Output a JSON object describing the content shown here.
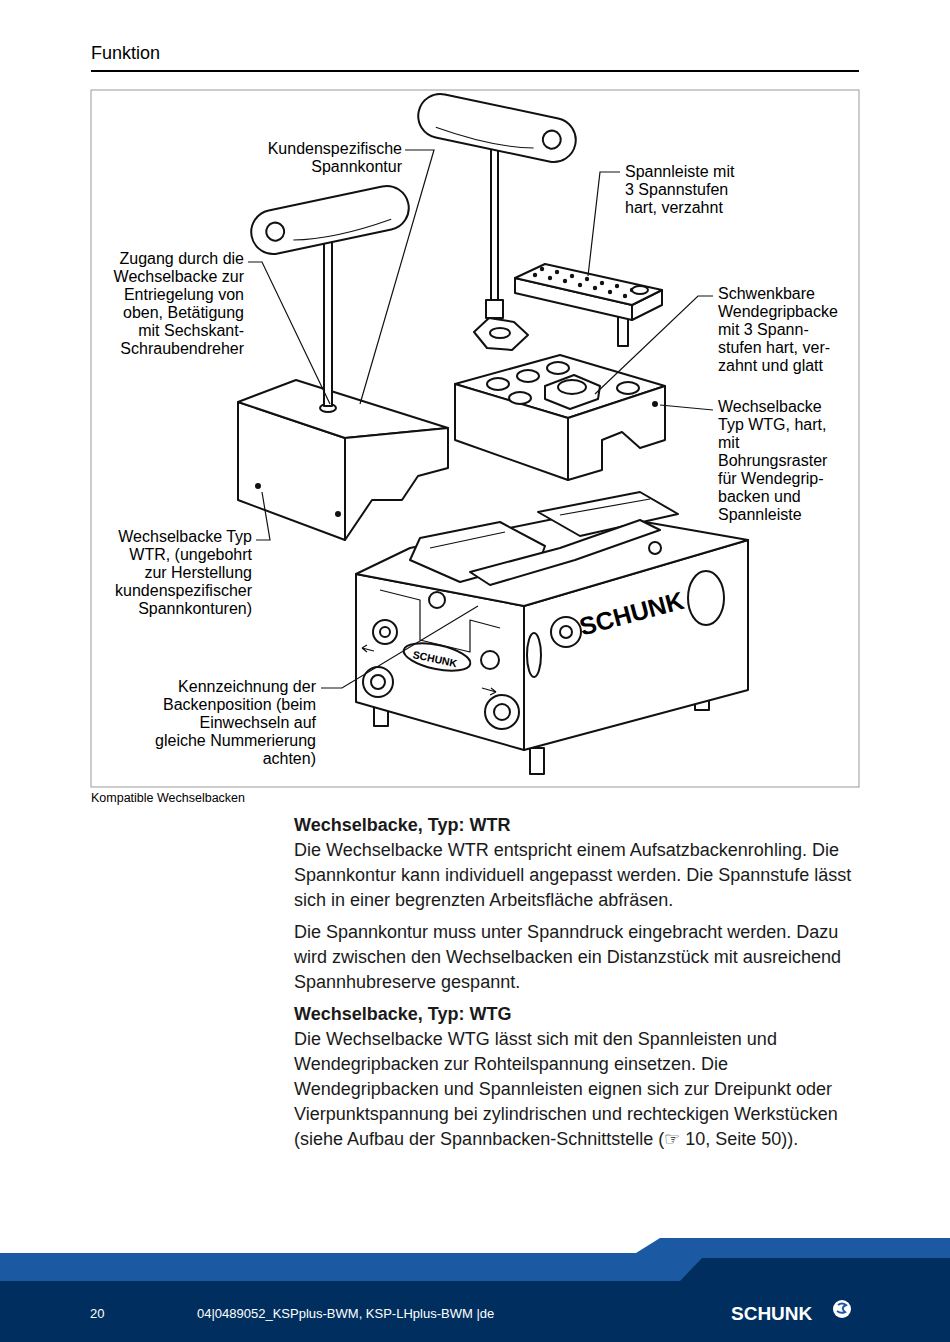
{
  "diagram": {
    "title": "Funktion",
    "caption": "Kompatible Wechselbacken",
    "nodes": [
      {
        "text": [
          "20",
          "04|0489052_KSPplus-BWM, KSP-LHplus-BWM |de",
          "SCHUNK"
        ]
      }
    ],
    "labels": [
      "Kundenspezifische Spannkontur",
      "Spannleiste mit 3 Spannstufen hart, verzahnt",
      "Zugang durch die Wechselbacke zur Entriegelung von oben, Betätigung mit Sechskant- Schraubendreher",
      "Schwenkbare Wendegripbacke mit 3 Spann- stufen hart, ver- zahnt und glatt",
      "Wechselbacke Typ WTG, hart, mit Bohrungsraster für Wendegrip- backen und Spannleiste",
      "Wechselbacke Typ WTR, (ungebohrt zur Herstellung kundenspezifischer Spannkonturen)",
      "Kennzeichnung der Backenposition (beim Einwechseln auf gleiche Nummerierung achten)",
      "SCHUNK",
      "SCHUNK",
      "Wechselbacke, Typ: WTR",
      "Die Wechselbacke WTR entspricht einem Aufsatzbackenrohling. Die Spannkontur kann individuell angepasst werden. Die Spannstufe lässt sich in einer begrenzten Arbeitsfläche abfräsen.",
      "Die Spannkontur muss unter Spanndruck eingebracht werden. Dazu wird zwischen den Wechselbacken ein Distanzstück mit ausreichend Spannhubreserve gespannt.",
      "Wechselbacke, Typ: WTG",
      "Die Wechselbacke WTG lässt sich mit den Spannleisten und Wendegripbacken zur Rohteilspannung einsetzen. Die Wendegripbacken und Spannleisten eignen sich zur Dreipunkt oder Vierpunktspannung bei zylindrischen und rechteckigen Werkstücken (siehe Aufbau der Spannbacken-Schnittstelle (☞ 10, Seite 50))."
    ]
  }
}
